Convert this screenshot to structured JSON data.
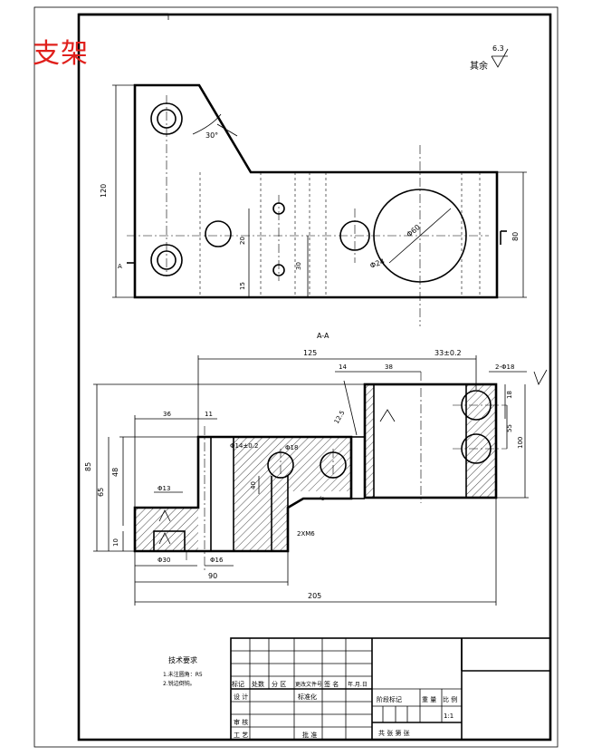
{
  "drawing": {
    "title": "支架",
    "surface_finish": {
      "value": "6.3",
      "label": "其余"
    },
    "section_label": "A-A",
    "top_view_dims": {
      "height_120": "120",
      "angle_30": "30°",
      "dia_60": "Φ60",
      "dia_24": "Φ24",
      "v20": "20",
      "v30": "30",
      "v15": "15",
      "right_80": "80",
      "letter_a": "A"
    },
    "section_dims": {
      "len_125": "125",
      "dim_33": "33±0.2",
      "dim_14": "14",
      "dim_38": "38",
      "holes": "2-Φ18",
      "left_36": "36",
      "dim_11": "11",
      "h_85": "85",
      "h_65": "65",
      "h_48": "48",
      "h_10": "10",
      "w_30": "Φ30",
      "w_16": "Φ16",
      "base_90": "90",
      "total_205": "205",
      "r_18": "18",
      "r_55": "55",
      "r_100": "100",
      "slot_40": "40",
      "small_18": "Φ18",
      "bolt_m": "2XM6",
      "bore_a": "Φ14±0.2",
      "bore_b": "Φ18",
      "cut_label": "12.5",
      "cbore": "Φ13",
      "slope_6": "6"
    },
    "tech_req": {
      "title": "技术要求",
      "items": [
        "1.未注圆角：R5",
        "2.锐边倒钝。"
      ]
    },
    "title_block": {
      "row_headers": [
        "标记",
        "处数",
        "分 区",
        "更改文件号",
        "签 名",
        "年.月.日"
      ],
      "design": "设 计",
      "standard": "标准化",
      "review": "审 核",
      "process": "工 艺",
      "approve": "批 准",
      "stage": "阶段标记",
      "weight": "重 量",
      "scale_label": "比 例",
      "scale": "1:1",
      "sheets": "共   张   第   张"
    }
  }
}
